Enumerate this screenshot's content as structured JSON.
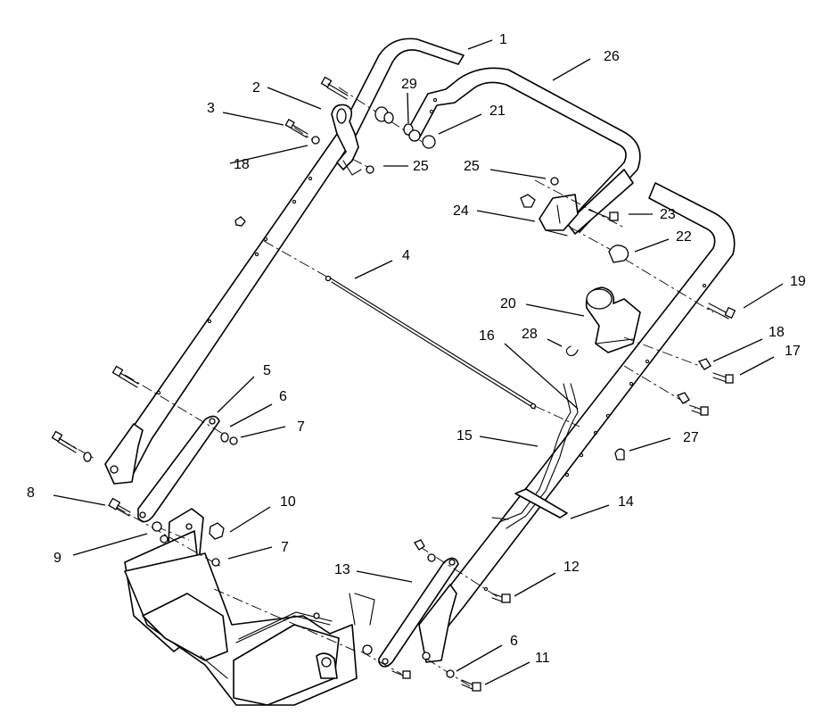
{
  "diagram": {
    "callouts": [
      {
        "id": "c1",
        "label": "1"
      },
      {
        "id": "c2",
        "label": "2"
      },
      {
        "id": "c3",
        "label": "3"
      },
      {
        "id": "c4",
        "label": "4"
      },
      {
        "id": "c5",
        "label": "5"
      },
      {
        "id": "c6a",
        "label": "6"
      },
      {
        "id": "c6b",
        "label": "6"
      },
      {
        "id": "c7a",
        "label": "7"
      },
      {
        "id": "c7b",
        "label": "7"
      },
      {
        "id": "c8",
        "label": "8"
      },
      {
        "id": "c9",
        "label": "9"
      },
      {
        "id": "c10",
        "label": "10"
      },
      {
        "id": "c11",
        "label": "11"
      },
      {
        "id": "c12",
        "label": "12"
      },
      {
        "id": "c13",
        "label": "13"
      },
      {
        "id": "c14",
        "label": "14"
      },
      {
        "id": "c15",
        "label": "15"
      },
      {
        "id": "c16",
        "label": "16"
      },
      {
        "id": "c17",
        "label": "17"
      },
      {
        "id": "c18a",
        "label": "18"
      },
      {
        "id": "c18b",
        "label": "18"
      },
      {
        "id": "c19",
        "label": "19"
      },
      {
        "id": "c20",
        "label": "20"
      },
      {
        "id": "c21",
        "label": "21"
      },
      {
        "id": "c22",
        "label": "22"
      },
      {
        "id": "c23",
        "label": "23"
      },
      {
        "id": "c24",
        "label": "24"
      },
      {
        "id": "c25a",
        "label": "25"
      },
      {
        "id": "c25b",
        "label": "25"
      },
      {
        "id": "c26",
        "label": "26"
      },
      {
        "id": "c27",
        "label": "27"
      },
      {
        "id": "c28",
        "label": "28"
      },
      {
        "id": "c29",
        "label": "29"
      }
    ]
  }
}
